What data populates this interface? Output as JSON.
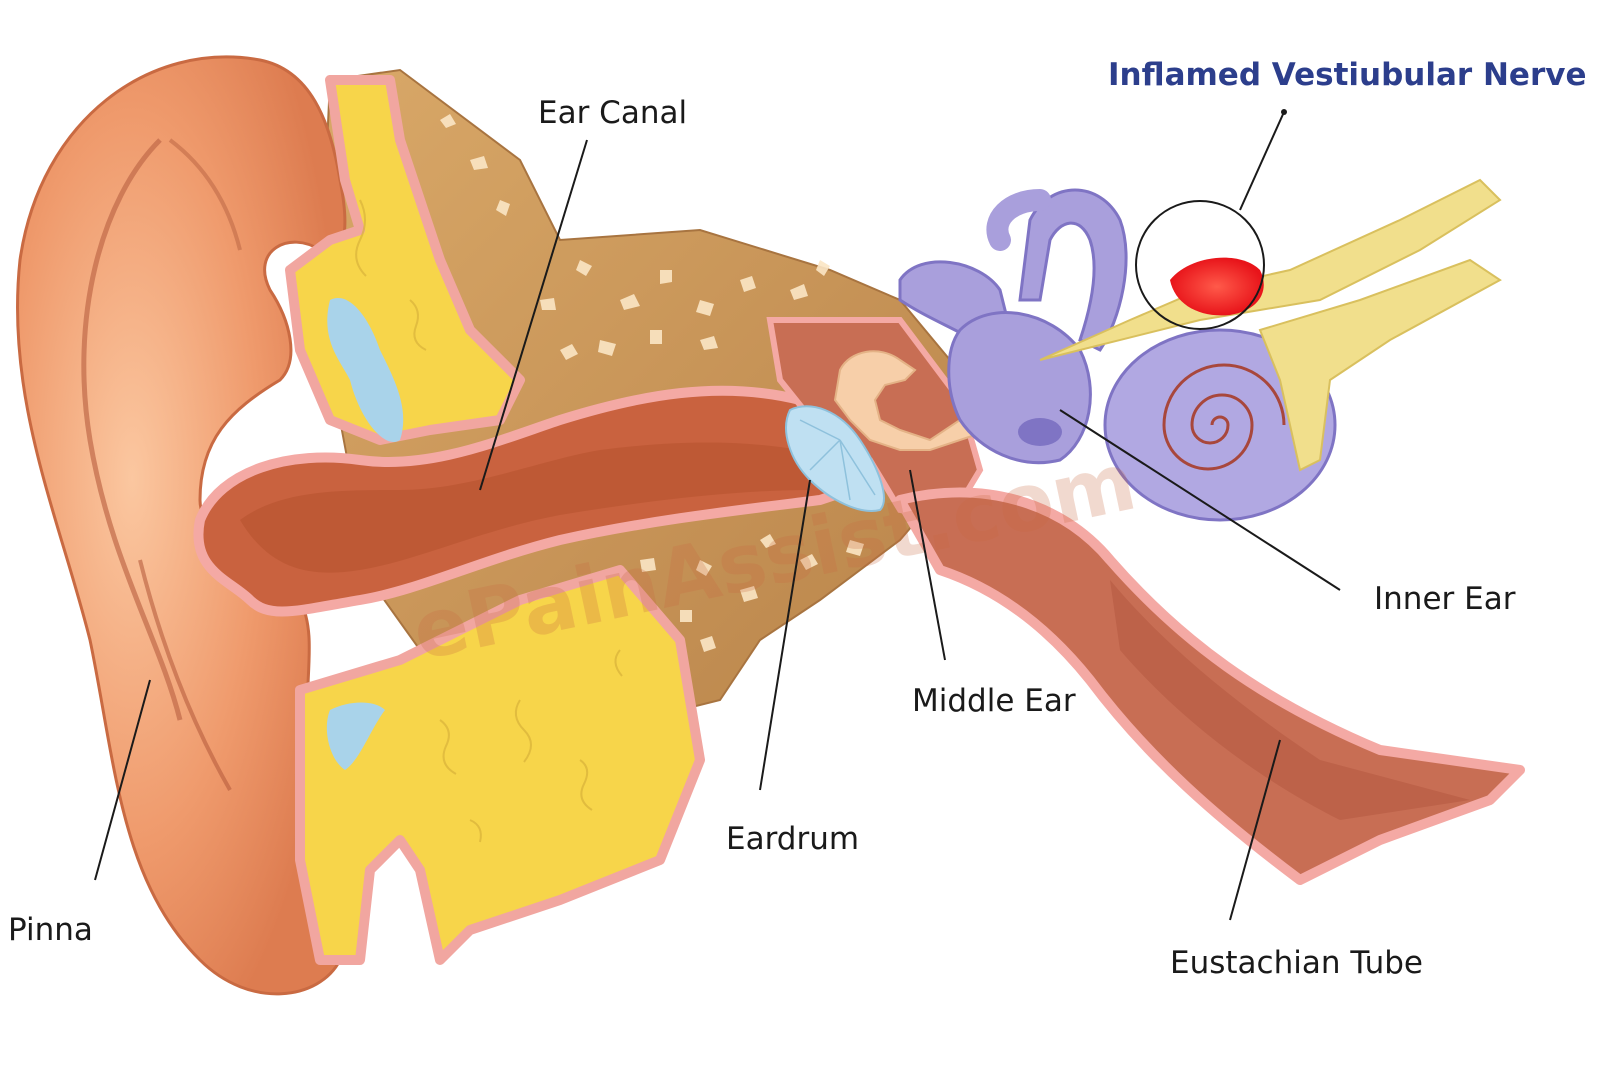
{
  "title": {
    "text": "Inflamed Vestiubular Nerve",
    "color": "#2c3e8c"
  },
  "labels": {
    "ear_canal": "Ear Canal",
    "inner_ear": "Inner Ear",
    "middle_ear": "Middle Ear",
    "eardrum": "Eardrum",
    "pinna": "Pinna",
    "eustachian_tube": "Eustachian Tube"
  },
  "watermark": "ePainAssist.com",
  "colors": {
    "pinna": "#e98d60",
    "cartilage": "#f5cf3f",
    "bone": "#c99659",
    "canal": "#c9623f",
    "skin_lining": "#f4a9a4",
    "inner_ear": "#a99fdc",
    "nerve": "#f1df8c",
    "inflammation": "#ee1b1b",
    "eardrum": "#bfe0f2",
    "ossicles": "#f7cfa9",
    "callout": "#1a1a1a"
  }
}
